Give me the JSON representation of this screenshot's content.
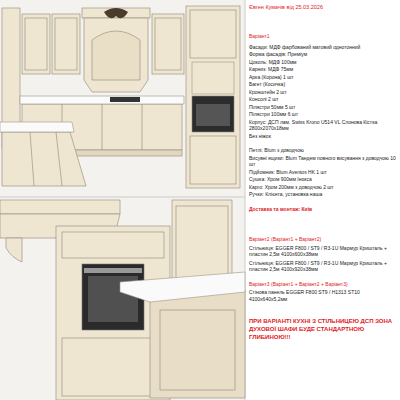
{
  "diagram": {
    "title": "Євген Кумачів від 25.03.2026",
    "labels": [
      "Варіант1",
      "Фасади: МДФ фарбований матовий однотонний",
      "Форма фасадів: Преміум",
      "Цоколь: МДФ 100мм",
      "Карниз: МДФ 75мм",
      "Арка (Корона) 1 шт",
      "Багет (Косичка)",
      "Кронштейн 2 шт",
      "Консолі 2 шт",
      "Пілястри 50мм 5 шт",
      "Пілястри 100мм 6 шт",
      "Корпус: ДСП лам. Swiss Krono U514 VL Слонова Кістка 2800х2070х18мм",
      "Без ніжок",
      "Петлі: Blum з доводчою",
      "Висувні ящики: Blum Тандем повного висування з доводчою 10 шт",
      "Підйомник: Blum Aventos HK 1 шт",
      "Сушка: Хром 900мм Інокса",
      "Карго: Хром 200мм з доводчою 2 шт",
      "Ручки: Клієнта, установка наша",
      "Доставка та монтаж: Київ",
      "Варіант2 (Варіант1 + Варіант2)",
      "Стільниця: EGGER F800 / ST9 / R3-1U Мармур Кришталь + пластин 2,5м 4100х600х38мм",
      "Стільниця: EGGER F800 / ST9 / R3-1U Мармур Кришталь + пластин 2,5м 4100х920х38мм",
      "Варіант3 (Варіант1 + Варіант2 + Варіант3)",
      "Стінова панель EGGER F800 ST9 / H1313 ST10 4100х640х5,2мм",
      "ПРИ ВАРІАНТІ КУХНІ З СТІЛЬНИЦЕЮ ДСП ЗОНА ДУХОВОЇ ШАФИ БУДЕ СТАНДАРТНОЮ ГЛИБИНОЮ!!!"
    ]
  }
}
